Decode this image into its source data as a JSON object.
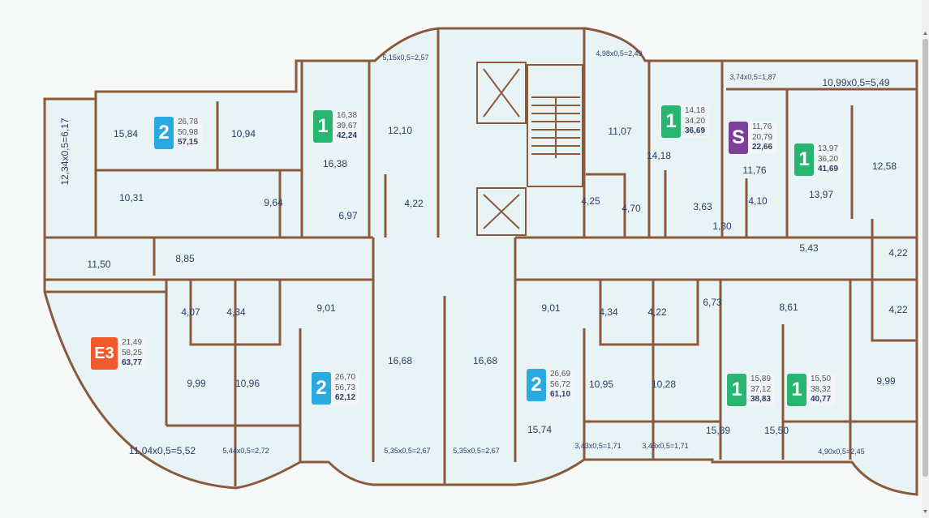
{
  "colors": {
    "wall": "#8b5a3c",
    "floor": "#e8f3f6",
    "one_room": "#27b56f",
    "two_room": "#29abe2",
    "studio": "#7e3f98",
    "euro": "#f15a2b"
  },
  "apartments": [
    {
      "type": "2",
      "living": "26,78",
      "total": "50,98",
      "with_balcony": "57,15"
    },
    {
      "type": "1",
      "living": "16,38",
      "total": "39,67",
      "with_balcony": "42,24"
    },
    {
      "type": "1",
      "living": "14,18",
      "total": "34,20",
      "with_balcony": "36,69"
    },
    {
      "type": "S",
      "living": "11,76",
      "total": "20,79",
      "with_balcony": "22,66"
    },
    {
      "type": "1",
      "living": "13,97",
      "total": "36,20",
      "with_balcony": "41,69"
    },
    {
      "type": "E3",
      "living": "21,49",
      "total": "58,25",
      "with_balcony": "63,77"
    },
    {
      "type": "2",
      "living": "26,70",
      "total": "56,73",
      "with_balcony": "62,12"
    },
    {
      "type": "2",
      "living": "26,69",
      "total": "56,72",
      "with_balcony": "61,10"
    },
    {
      "type": "1",
      "living": "15,89",
      "total": "37,12",
      "with_balcony": "38,83"
    },
    {
      "type": "1",
      "living": "15,50",
      "total": "38,32",
      "with_balcony": "40,77"
    }
  ],
  "rooms": [
    "15,84",
    "10,94",
    "16,38",
    "12,10",
    "12,34x0,5=6,17",
    "10,31",
    "9,64",
    "6,97",
    "4,22",
    "5,15x0,5=2,57",
    "11,07",
    "4,98x0,5=2,49",
    "14,18",
    "4,25",
    "4,70",
    "3,63",
    "1,30",
    "11,76",
    "4,10",
    "3,74x0,5=1,87",
    "10,99x0,5=5,49",
    "13,97",
    "12,58",
    "5,43",
    "4,22",
    "11,50",
    "8,85",
    "4,07",
    "4,34",
    "9,01",
    "16,68",
    "16,68",
    "9,01",
    "4,34",
    "4,22",
    "6,73",
    "8,61",
    "4,22",
    "9,99",
    "10,96",
    "11,04x0,5=5,52",
    "5,44x0,5=2,72",
    "5,35x0,5=2,67",
    "5,35x0,5=2,67",
    "15,74",
    "10,95",
    "10,28",
    "3,43x0,5=1,71",
    "3,43x0,5=1,71",
    "15,89",
    "15,50",
    "9,99",
    "4,90x0,5=2,45"
  ]
}
